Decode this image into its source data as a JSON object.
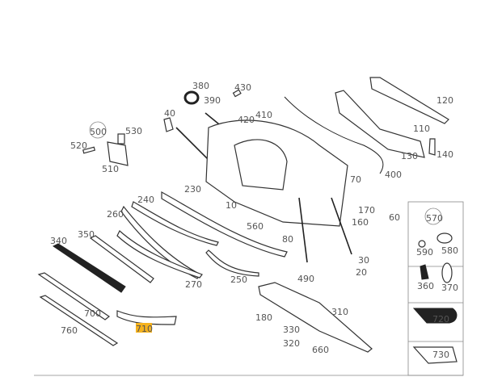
{
  "diagram": {
    "highlight_color": "#f5b21e",
    "highlighted_part": "710",
    "labels": {
      "p10": "10",
      "p20": "20",
      "p30": "30",
      "p40": "40",
      "p60": "60",
      "p70": "70",
      "p80": "80",
      "p110": "110",
      "p120": "120",
      "p130": "130",
      "p140": "140",
      "p160": "160",
      "p170": "170",
      "p180": "180",
      "p230": "230",
      "p240": "240",
      "p250": "250",
      "p260": "260",
      "p270": "270",
      "p310": "310",
      "p320": "320",
      "p330": "330",
      "p340": "340",
      "p350": "350",
      "p360": "360",
      "p370": "370",
      "p380": "380",
      "p390": "390",
      "p400": "400",
      "p410": "410",
      "p420": "420",
      "p430": "430",
      "p490": "490",
      "p500": "500",
      "p510": "510",
      "p520": "520",
      "p530": "530",
      "p560": "560",
      "p570": "570",
      "p580": "580",
      "p590": "590",
      "p660": "660",
      "p700": "700",
      "p710": "710",
      "p720": "720",
      "p730": "730",
      "p760": "760"
    }
  }
}
